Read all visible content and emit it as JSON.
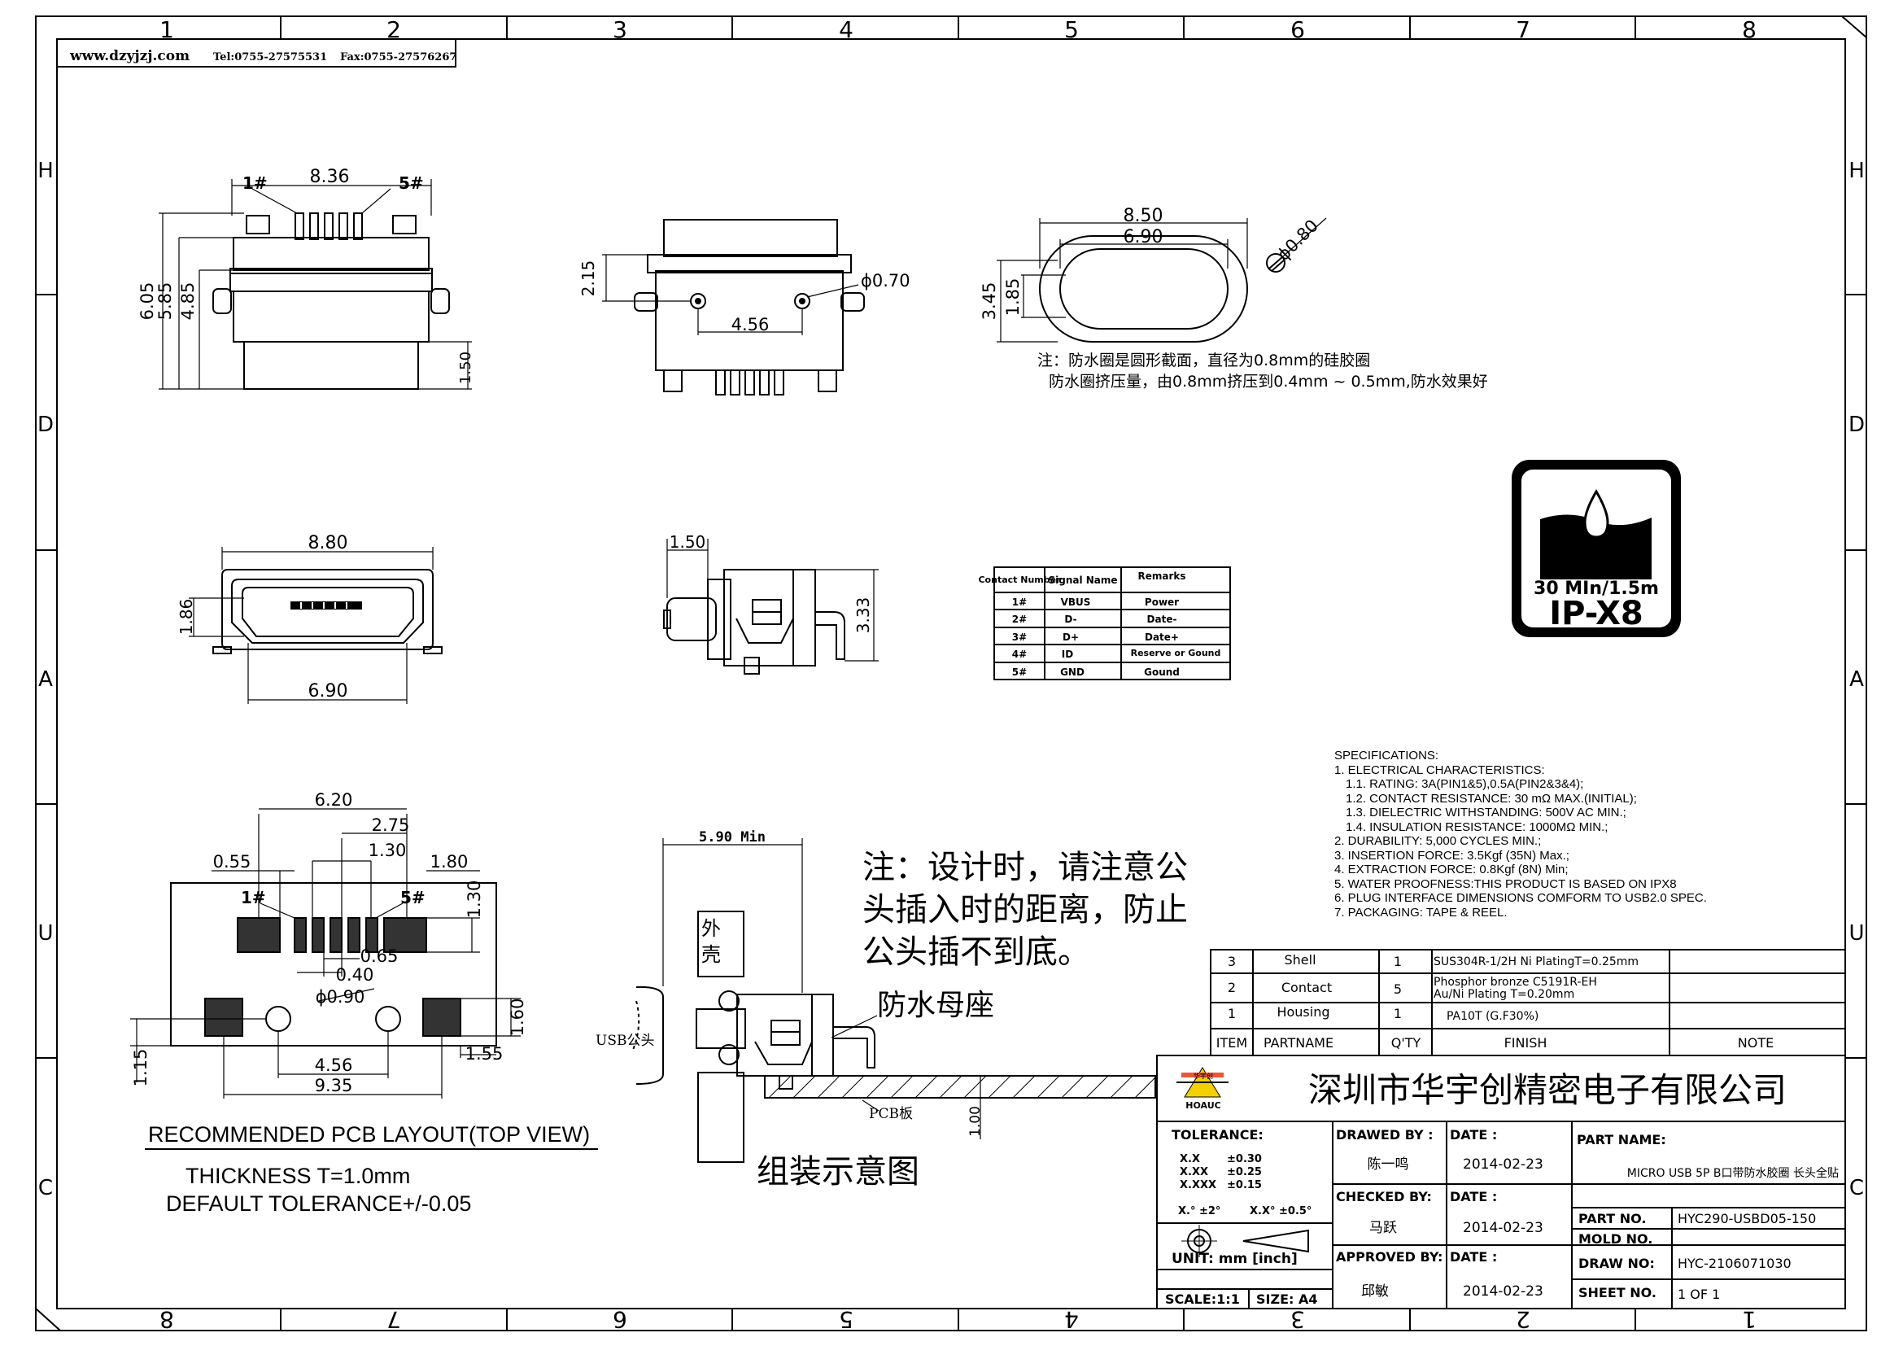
{
  "header": {
    "website": "www.dzyjzj.com",
    "tel": "Tel:0755-27575531",
    "fax": "Fax:0755-27576267"
  },
  "frame": {
    "top_numbers": [
      "1",
      "2",
      "3",
      "4",
      "5",
      "6",
      "7",
      "8"
    ],
    "bottom_numbers": [
      "8",
      "7",
      "6",
      "5",
      "4",
      "3",
      "2",
      "1"
    ],
    "left_letters": [
      "H",
      "D",
      "A",
      "U",
      "C"
    ],
    "right_letters": [
      "H",
      "D",
      "A",
      "U",
      "C"
    ]
  },
  "top_view": {
    "dims": [
      "8.36",
      "6.05",
      "5.85",
      "4.85",
      "1.50"
    ],
    "pin_first": "1#",
    "pin_last": "5#"
  },
  "front_view": {
    "dims": [
      "2.15",
      "4.56",
      "ϕ0.70"
    ]
  },
  "seal_view": {
    "dims": [
      "8.50",
      "6.90",
      "3.45",
      "1.85",
      "ϕ0.80"
    ],
    "note_lines": [
      "注：防水圈是圆形截面，直径为0.8mm的硅胶圈",
      "防水圈挤压量，由0.8mm挤压到0.4mm ~ 0.5mm,防水效果好"
    ]
  },
  "face_view": {
    "dims": [
      "8.80",
      "1.86",
      "6.90"
    ]
  },
  "side_view": {
    "dims": [
      "1.50",
      "3.33"
    ]
  },
  "pin_table": {
    "headers": [
      "Contact Number",
      "Signal Name",
      "Remarks"
    ],
    "rows": [
      [
        "1#",
        "VBUS",
        "Power"
      ],
      [
        "2#",
        "D-",
        "Date-"
      ],
      [
        "3#",
        "D+",
        "Date+"
      ],
      [
        "4#",
        "ID",
        "Reserve or Gound"
      ],
      [
        "5#",
        "GND",
        "Gound"
      ]
    ]
  },
  "ip_badge": {
    "line1": "30 MIn/1.5m",
    "line2": "IP-X8"
  },
  "specs": {
    "lines": [
      "SPECIFICATIONS:",
      "1. ELECTRICAL CHARACTERISTICS:",
      "   1.1. RATING: 3A(PIN1&5),0.5A(PIN2&3&4);",
      "   1.2. CONTACT RESISTANCE: 30 mΩ MAX.(INITIAL);",
      "   1.3. DIELECTRIC WITHSTANDING: 500V AC MIN.;",
      "   1.4. INSULATION RESISTANCE: 1000MΩ MIN.;",
      "2. DURABILITY: 5,000 CYCLES MIN.;",
      "3. INSERTION FORCE: 3.5Kgf (35N) Max.;",
      "4. EXTRACTION FORCE: 0.8Kgf (8N) Min;",
      "5. WATER PROOFNESS:THIS PRODUCT IS BASED ON IPX8",
      "6. PLUG INTERFACE DIMENSIONS COMFORM TO USB2.0 SPEC.",
      "7. PACKAGING: TAPE & REEL."
    ]
  },
  "pcb_layout": {
    "dims": [
      "6.20",
      "2.75",
      "1.30",
      "0.55",
      "1.80",
      "1.30",
      "0.65",
      "0.40",
      "ϕ0.90",
      "1.60",
      "4.56",
      "1.55",
      "9.35",
      "1.15"
    ],
    "pin_first": "1#",
    "pin_last": "5#",
    "caption": "RECOMMENDED PCB LAYOUT(TOP VIEW)",
    "thickness": "THICKNESS T=1.0mm",
    "tolerance": "DEFAULT TOLERANCE+/-0.05"
  },
  "assembly": {
    "dim_top": "5.90 Min",
    "shell_label_1": "外",
    "shell_label_2": "壳",
    "usb_male": "USB公头",
    "pcb_board": "PCB板",
    "dim_pcb": "1.00",
    "waterproof_socket": "防水母座",
    "caption": "组装示意图",
    "note_lines": [
      "注：设计时，请注意公",
      "头插入时的距离，防止",
      "公头插不到底。"
    ]
  },
  "bom": {
    "headers": [
      "ITEM",
      "PARTNAME",
      "Q'TY",
      "FINISH",
      "NOTE"
    ],
    "rows": [
      {
        "item": "3",
        "part": "Shell",
        "qty": "1",
        "finish": [
          "SUS304R-1/2H Ni PlatingT=0.25mm"
        ]
      },
      {
        "item": "2",
        "part": "Contact",
        "qty": "5",
        "finish": [
          "Phosphor bronze C5191R-EH",
          "Au/Ni Plating T=0.20mm"
        ]
      },
      {
        "item": "1",
        "part": "Housing",
        "qty": "1",
        "finish": [
          "PA10T (G.F30%)"
        ]
      }
    ]
  },
  "title_block": {
    "company": "深圳市华宇创精密电子有限公司",
    "logo_text": "HOAUC",
    "logo_mark": "华宇创",
    "tolerance_label": "TOLERANCE:",
    "tol_rows": [
      [
        "X.X",
        "±0.30"
      ],
      [
        "X.XX",
        "±0.25"
      ],
      [
        "X.XXX",
        "±0.15"
      ]
    ],
    "angle_tol": [
      "X.° ±2°",
      "X.X° ±0.5°"
    ],
    "unit": "UNIT:  mm  [inch]",
    "scale": "SCALE:1:1",
    "size": "SIZE: A4",
    "drawn_label": "DRAWED BY :",
    "drawn_by": "陈一鸣",
    "checked_label": "CHECKED BY:",
    "checked_by": "马跃",
    "approved_label": "APPROVED BY:",
    "approved_by": "邱敏",
    "date_label": "DATE :",
    "date_1": "2014-02-23",
    "date_2": "2014-02-23",
    "date_3": "2014-02-23",
    "part_name_label": "PART NAME:",
    "part_name": "MICRO USB 5P B口带防水胶圈 长头全贴",
    "part_no_label": "PART NO.",
    "part_no": "HYC290-USBD05-150",
    "mold_no_label": "MOLD NO.",
    "mold_no": "",
    "draw_no_label": "DRAW NO:",
    "draw_no": "HYC-2106071030",
    "sheet_label": "SHEET NO.",
    "sheet": "1 OF 1"
  }
}
